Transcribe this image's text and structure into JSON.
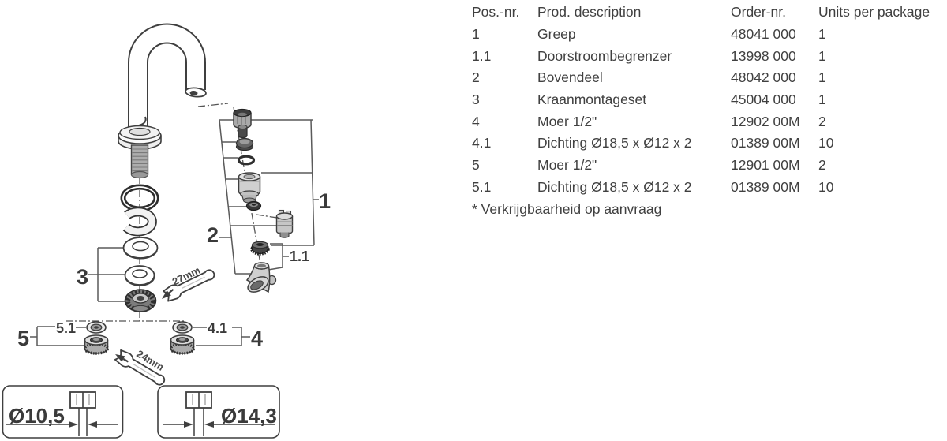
{
  "window": {
    "background": "#ffffff"
  },
  "parts_table": {
    "headers": {
      "pos": "Pos.-nr.",
      "desc": "Prod. description",
      "order": "Order-nr.",
      "units": "Units per package"
    },
    "rows": [
      {
        "pos": "1",
        "desc": "Greep",
        "order": "48041 000",
        "units": "1"
      },
      {
        "pos": "1.1",
        "desc": "Doorstroombegrenzer",
        "order": "13998 000",
        "units": "1"
      },
      {
        "pos": "2",
        "desc": "Bovendeel",
        "order": "48042 000",
        "units": "1"
      },
      {
        "pos": "3",
        "desc": "Kraanmontageset",
        "order": "45004 000",
        "units": "1"
      },
      {
        "pos": "4",
        "desc": "Moer 1/2\"",
        "order": "12902 00M",
        "units": "2"
      },
      {
        "pos": "4.1",
        "desc": "Dichting Ø18,5 x Ø12 x 2",
        "order": "01389 00M",
        "units": "10"
      },
      {
        "pos": "5",
        "desc": "Moer 1/2\"",
        "order": "12901 00M",
        "units": "2"
      },
      {
        "pos": "5.1",
        "desc": "Dichting Ø18,5 x Ø12 x 2",
        "order": "01389 00M",
        "units": "10"
      }
    ],
    "footnote": "* Verkrijgbaarheid op aanvraag"
  },
  "diagram": {
    "callouts": {
      "c1": "1",
      "c1_1": "1.1",
      "c2": "2",
      "c3": "3",
      "c4": "4",
      "c4_1": "4.1",
      "c5": "5",
      "c5_1": "5.1"
    },
    "wrench_sizes": {
      "upper": "27mm",
      "lower": "24mm"
    },
    "detail_dimensions": {
      "left": "Ø10,5",
      "right": "Ø14,3"
    },
    "colors": {
      "line": "#3f3f3f",
      "text": "#3a3a3a"
    }
  }
}
